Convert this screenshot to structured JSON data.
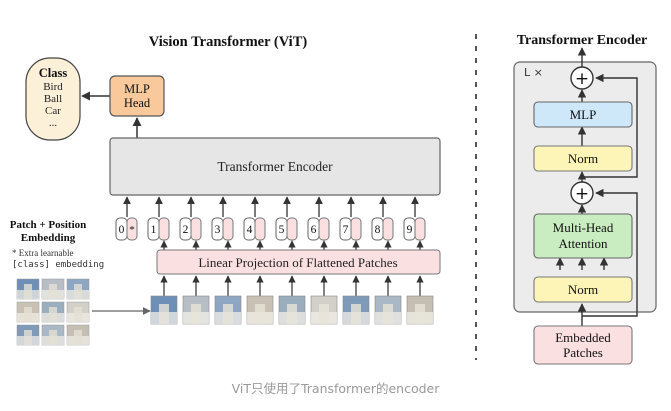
{
  "vit": {
    "title": "Vision Transformer (ViT)",
    "class_box": {
      "heading": "Class",
      "items": [
        "Bird",
        "Ball",
        "Car",
        "..."
      ]
    },
    "mlp_head": [
      "MLP",
      "Head"
    ],
    "transformer_encoder": "Transformer Encoder",
    "embedding_label": [
      "Patch + Position",
      "Embedding"
    ],
    "footnote": [
      "* Extra learnable",
      "[class] embedding"
    ],
    "position_tokens": [
      "0",
      "1",
      "2",
      "3",
      "4",
      "5",
      "6",
      "7",
      "8",
      "9"
    ],
    "class_token_mark": "*",
    "linear_projection": "Linear Projection of Flattened Patches"
  },
  "encoder": {
    "title": "Transformer Encoder",
    "repeat": "L ×",
    "mlp": "MLP",
    "norm_top": "Norm",
    "add_symbol": "+",
    "attention": [
      "Multi-Head",
      "Attention"
    ],
    "norm_bottom": "Norm",
    "embedded_patches": [
      "Embedded",
      "Patches"
    ]
  },
  "caption": "ViT只使用了Transformer的encoder",
  "colors": {
    "class_fill": "#fdf0d9",
    "mlp_head_fill": "#f9c99b",
    "encoder_fill": "#e6e6e6",
    "projection_fill": "#fbe0e2",
    "token_fill": "#fbe0e2",
    "mlp_fill": "#cfe8f9",
    "norm_fill": "#fdf4b8",
    "attention_fill": "#c9ecc0",
    "encoder_block_fill": "#ececec",
    "embedded_fill": "#fbe0e2"
  }
}
